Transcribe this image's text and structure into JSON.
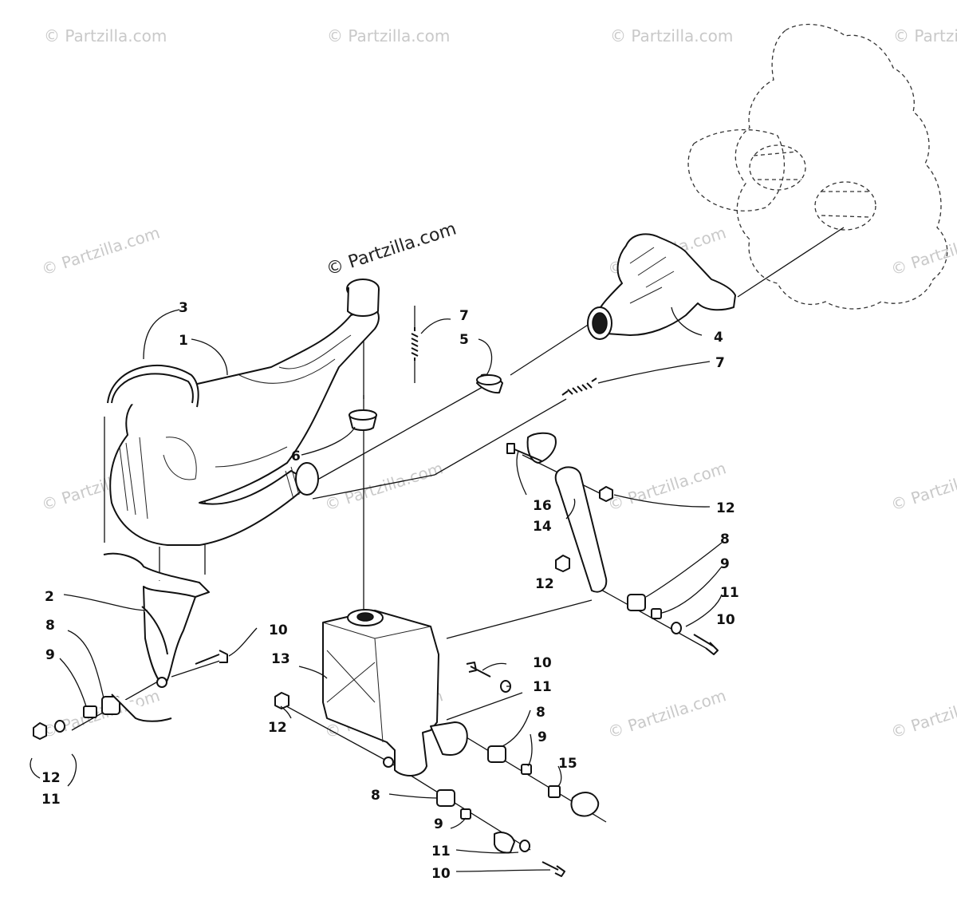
{
  "watermark": {
    "text": "© Partzilla.com",
    "main_text": "© Partzilla.com"
  },
  "callouts": {
    "c1": "1",
    "c2": "2",
    "c3": "3",
    "c4": "4",
    "c5": "5",
    "c6": "6",
    "c7a": "7",
    "c7b": "7",
    "c8a": "8",
    "c8b": "8",
    "c8c": "8",
    "c8d": "8",
    "c9a": "9",
    "c9b": "9",
    "c9c": "9",
    "c9d": "9",
    "c10a": "10",
    "c10b": "10",
    "c10c": "10",
    "c10d": "10",
    "c11a": "11",
    "c11b": "11",
    "c11c": "11",
    "c11d": "11",
    "c12a": "12",
    "c12b": "12",
    "c12c": "12",
    "c12d": "12",
    "c13": "13",
    "c14": "14",
    "c15": "15",
    "c16": "16"
  }
}
